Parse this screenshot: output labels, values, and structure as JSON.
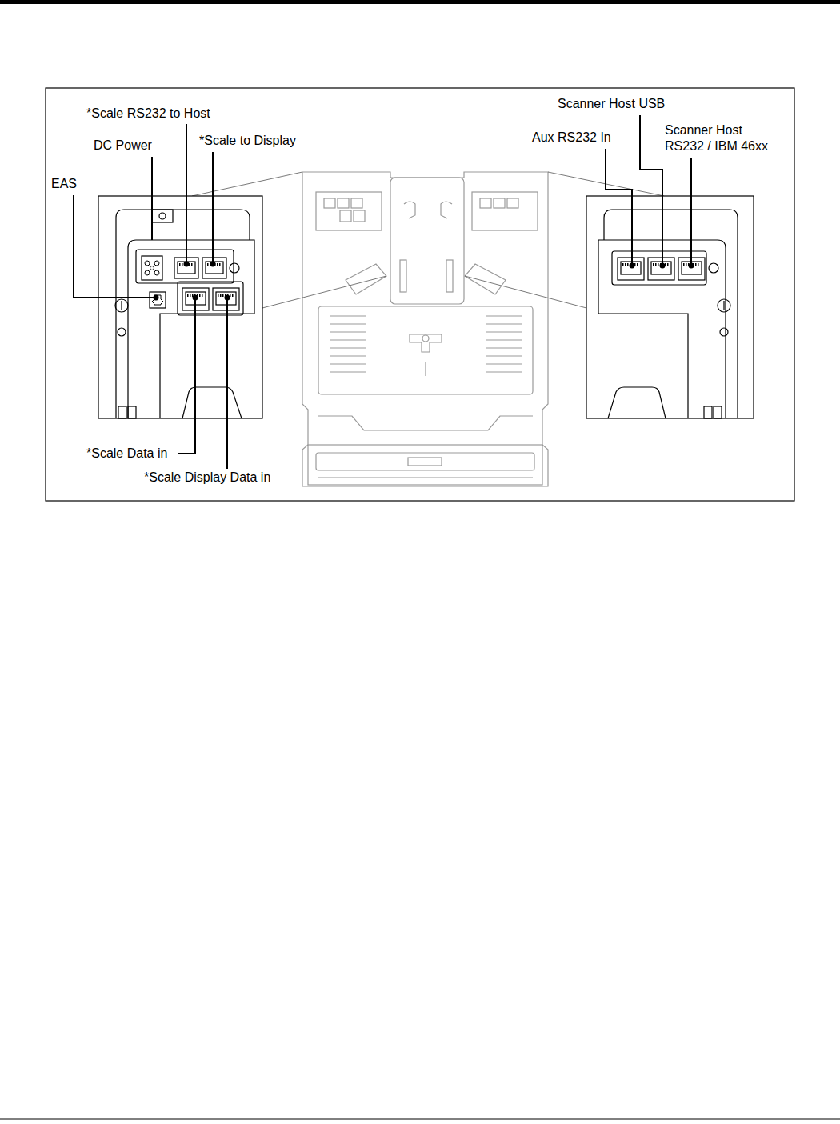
{
  "diagram": {
    "labels": [
      "*Scale RS232 to Host",
      "DC Power",
      "*Scale to Display",
      "EAS",
      "Scanner Host USB",
      "Aux RS232 In",
      "Scanner Host RS232 / IBM 46xx",
      "*Scale Data in",
      "*Scale Display Data in"
    ]
  }
}
